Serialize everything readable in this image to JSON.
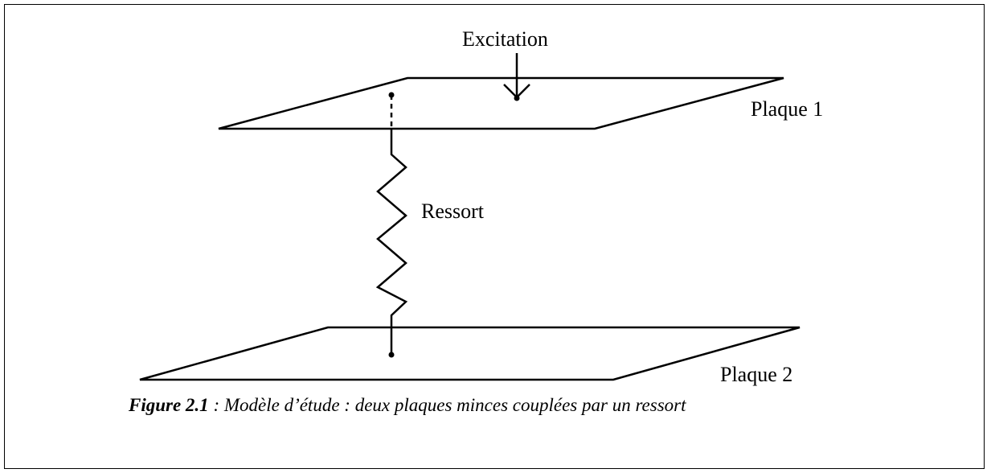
{
  "labels": {
    "excitation": "Excitation",
    "plate_1": "Plaque 1",
    "plate_2": "Plaque 2",
    "spring": "Ressort"
  },
  "caption": {
    "figure_number": "Figure 2.1",
    "text": " : Modèle d’étude : deux plaques minces couplées par un ressort"
  },
  "colors": {
    "stroke": "#000000",
    "background": "#ffffff"
  }
}
